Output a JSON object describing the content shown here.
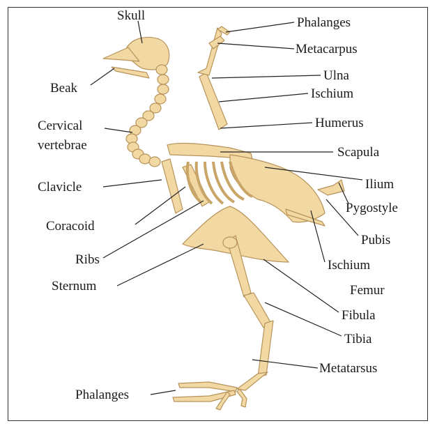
{
  "colors": {
    "bone": "#f2d8a2",
    "bone_outline": "#b7935a",
    "leader": "#222222",
    "text": "#1a1a1a"
  },
  "labels": {
    "skull": "Skull",
    "beak": "Beak",
    "cervical_vertebrae_line1": "Cervical",
    "cervical_vertebrae_line2": "vertebrae",
    "clavicle": "Clavicle",
    "coracoid": "Coracoid",
    "ribs": "Ribs",
    "sternum": "Sternum",
    "phalanges_foot": "Phalanges",
    "phalanges_wing": "Phalanges",
    "metacarpus": "Metacarpus",
    "ulna": "Ulna",
    "ischium_wing": "Ischium",
    "humerus": "Humerus",
    "scapula": "Scapula",
    "ilium": "Ilium",
    "pygostyle": "Pygostyle",
    "pubis": "Pubis",
    "ischium_pelvis": "Ischium",
    "femur": "Femur",
    "fibula": "Fibula",
    "tibia": "Tibia",
    "metatarsus": "Metatarsus"
  }
}
